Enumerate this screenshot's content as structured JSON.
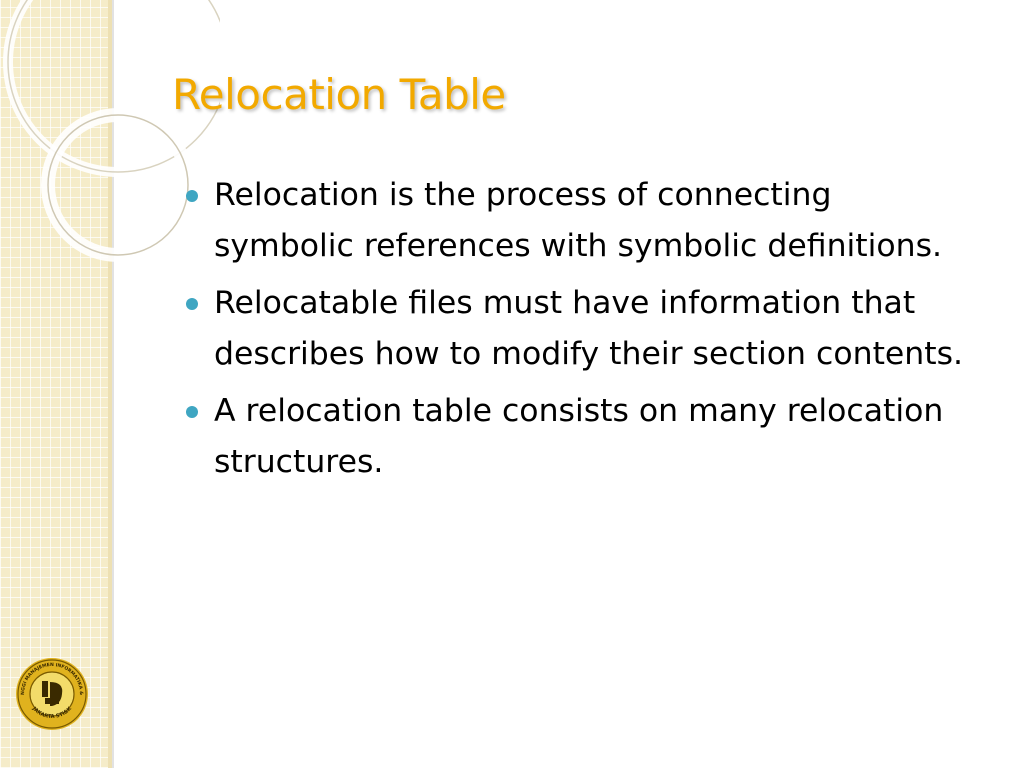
{
  "slide": {
    "title": "Relocation Table",
    "bullets": [
      {
        "text": "Relocation is the process of connecting symbolic references with symbolic definitions."
      },
      {
        "text": "Relocatable files must have information that describes how to modify their section contents."
      },
      {
        "text": "A relocation table consists on many relocation structures."
      }
    ]
  },
  "logo": {
    "icon": "institution-seal-icon",
    "ring_text": "SEKOLAH TINGGI MANAJEMEN INFORMATIKA & KOMPUTER",
    "bottom_text": "JAKARTA STI&K"
  },
  "colors": {
    "title": "#f2a900",
    "bullet_dot": "#3fa6c2",
    "sidebar": "#f5ecc9",
    "text": "#000000"
  }
}
